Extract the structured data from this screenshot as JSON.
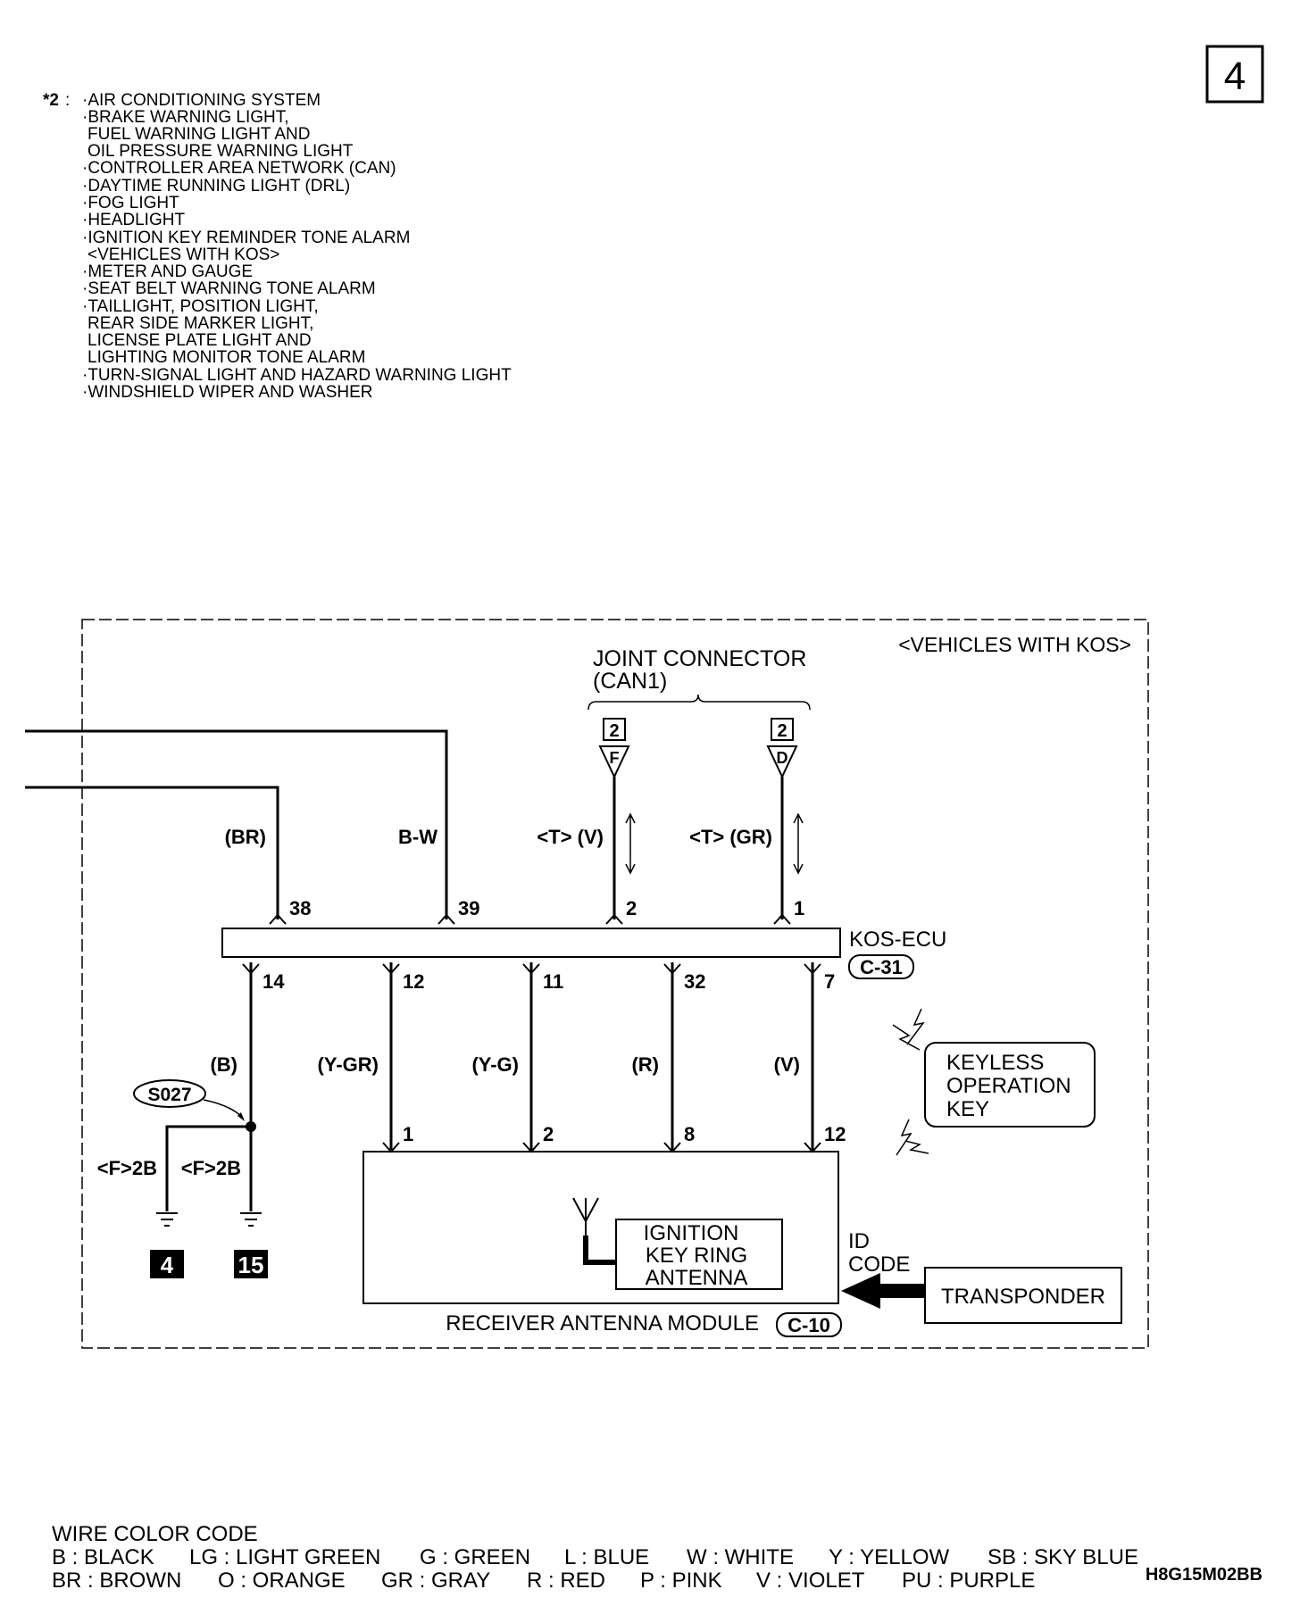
{
  "page_number": "4",
  "notes": {
    "marker": "*2",
    "lines": [
      "·AIR CONDITIONING SYSTEM",
      "·BRAKE WARNING LIGHT,",
      "FUEL WARNING LIGHT AND",
      "OIL PRESSURE WARNING LIGHT",
      "·CONTROLLER AREA NETWORK (CAN)",
      "·DAYTIME RUNNING LIGHT (DRL)",
      "·FOG LIGHT",
      "·HEADLIGHT",
      "·IGNITION KEY REMINDER TONE ALARM",
      "<VEHICLES WITH KOS>",
      "·METER AND GAUGE",
      "·SEAT BELT WARNING TONE ALARM",
      "·TAILLIGHT, POSITION LIGHT,",
      "REAR SIDE MARKER LIGHT,",
      "LICENSE PLATE LIGHT AND",
      "LIGHTING MONITOR TONE ALARM",
      "·TURN-SIGNAL LIGHT AND HAZARD WARNING LIGHT",
      "·WINDSHIELD WIPER AND WASHER"
    ]
  },
  "diagram": {
    "region_label": "<VEHICLES WITH KOS>",
    "joint_connector": {
      "line1": "JOINT CONNECTOR",
      "line2": "(CAN1)",
      "f_ref": "2",
      "f_letter": "F",
      "d_ref": "2",
      "d_letter": "D"
    },
    "kos_ecu": {
      "label": "KOS-ECU",
      "connector": "C-31"
    },
    "top_wires": [
      {
        "color": "(BR)",
        "pin": "38"
      },
      {
        "color": "B-W",
        "pin": "39"
      },
      {
        "color": "<T> (V)",
        "pin": "2"
      },
      {
        "color": "<T> (GR)",
        "pin": "1"
      }
    ],
    "bottom_wires": [
      {
        "ecu_pin": "14",
        "color": "(B)"
      },
      {
        "ecu_pin": "12",
        "color": "(Y-GR)",
        "module_pin": "1"
      },
      {
        "ecu_pin": "11",
        "color": "(Y-G)",
        "module_pin": "2"
      },
      {
        "ecu_pin": "32",
        "color": "(R)",
        "module_pin": "8"
      },
      {
        "ecu_pin": "7",
        "color": "(V)",
        "module_pin": "12"
      }
    ],
    "splice": "S027",
    "grounds": [
      {
        "label": "<F>2B",
        "number": "4"
      },
      {
        "label": "<F>2B",
        "number": "15"
      }
    ],
    "keyless_key": [
      "KEYLESS",
      "OPERATION",
      "KEY"
    ],
    "receiver_module": {
      "label": "RECEIVER ANTENNA MODULE",
      "connector": "C-10"
    },
    "antenna_box": [
      "IGNITION",
      "KEY RING",
      "ANTENNA"
    ],
    "id_code": [
      "ID",
      "CODE"
    ],
    "transponder": "TRANSPONDER"
  },
  "legend": {
    "title": "WIRE COLOR CODE",
    "row1": [
      "B : BLACK",
      "LG : LIGHT GREEN",
      "G : GREEN",
      "L : BLUE",
      "W : WHITE",
      "Y : YELLOW",
      "SB : SKY BLUE"
    ],
    "row2": [
      "BR : BROWN",
      "O : ORANGE",
      "GR : GRAY",
      "R : RED",
      "P : PINK",
      "V : VIOLET",
      "PU : PURPLE"
    ]
  },
  "figure_code": "H8G15M02BB"
}
